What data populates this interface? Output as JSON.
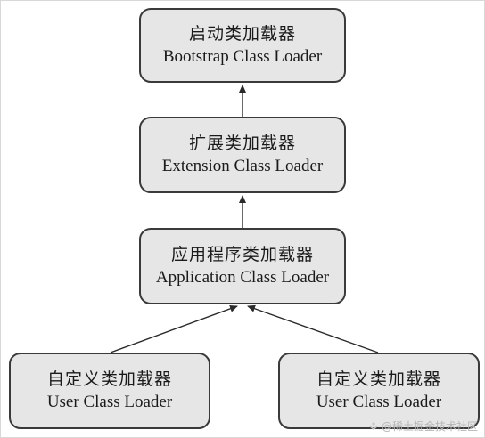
{
  "nodes": {
    "bootstrap": {
      "cn": "启动类加载器",
      "en": "Bootstrap Class Loader"
    },
    "extension": {
      "cn": "扩展类加载器",
      "en": "Extension Class Loader"
    },
    "application": {
      "cn": "应用程序类加载器",
      "en": "Application Class Loader"
    },
    "user_left": {
      "cn": "自定义类加载器",
      "en": "User Class Loader"
    },
    "user_right": {
      "cn": "自定义类加载器",
      "en": "User Class Loader"
    }
  },
  "edges": [
    {
      "from": "extension",
      "to": "bootstrap"
    },
    {
      "from": "application",
      "to": "extension"
    },
    {
      "from": "user_left",
      "to": "application"
    },
    {
      "from": "user_right",
      "to": "application"
    }
  ],
  "watermark": {
    "text": "@稀土掘金技术社区"
  },
  "colors": {
    "node_fill": "#e6e6e6",
    "node_border": "#3a3a3a",
    "arrow": "#2a2a2a",
    "watermark": "#b5b5b5"
  }
}
